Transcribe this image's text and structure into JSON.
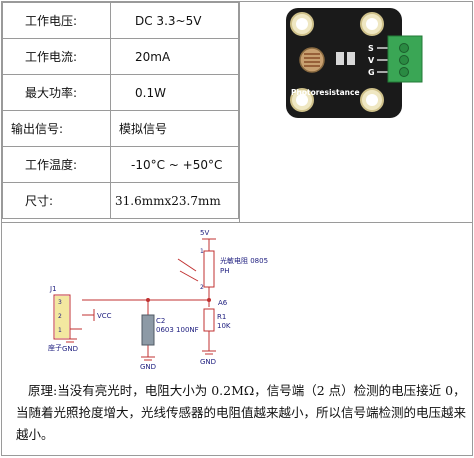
{
  "specs": [
    {
      "label": "工作电压:",
      "value": "DC 3.3~5V"
    },
    {
      "label": "工作电流:",
      "value": "20mA"
    },
    {
      "label": "最大功率:",
      "value": "0.1W"
    },
    {
      "label": "输出信号:",
      "value": "模拟信号"
    },
    {
      "label": "工作温度:",
      "value": "-10°C ~ +50°C"
    },
    {
      "label": "尺寸:",
      "value": "31.6mmx23.7mm"
    }
  ],
  "board": {
    "label": "Photoresistance",
    "pin_s": "S",
    "pin_v": "V",
    "pin_g": "G",
    "color_pcb": "#1a1a1a",
    "color_terminal": "#3aa655"
  },
  "schematic": {
    "vcc5": "5V",
    "ldr_name": "光敏电阻 0805",
    "ldr_ref": "PH",
    "pin1": "1",
    "pin2": "2",
    "net_a6": "A6",
    "j1": "J1",
    "j1_pin3": "3",
    "j1_pin2": "2",
    "j1_pin1": "1",
    "j1_name": "座子",
    "vcc": "VCC",
    "gnd": "GND",
    "c2_ref": "C2",
    "c2_val": "0603 100NF",
    "r1_ref": "R1",
    "r1_val": "10K"
  },
  "note": {
    "prefix": "原理:",
    "text": "当没有亮光时，电阻大小为 0.2MΩ，信号端（2 点）检测的电压接近 0，当随着光照抢度增大，光线传感器的电阻值越来越小，所以信号端检测的电压越来越小。"
  }
}
